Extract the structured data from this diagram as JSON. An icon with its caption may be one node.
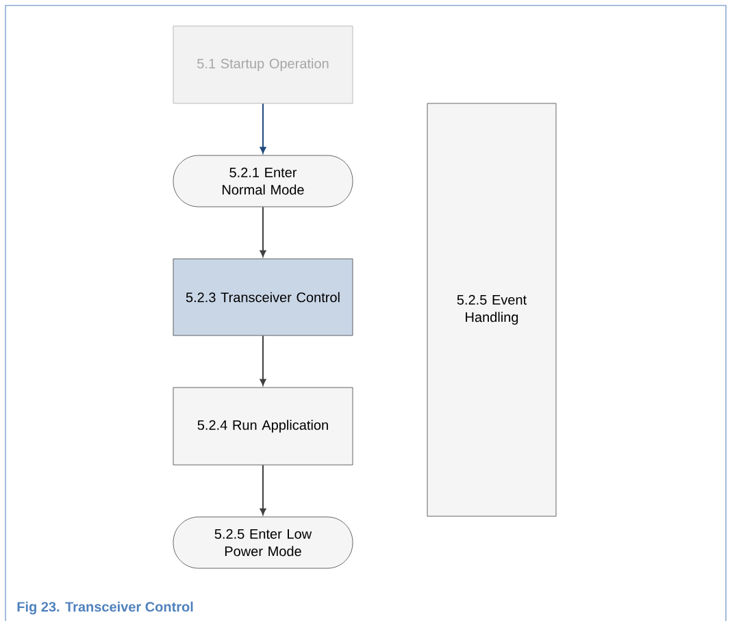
{
  "diagram": {
    "caption": "Fig 23. Transceiver Control",
    "nodes": [
      {
        "text": [
          "5.1 Startup Operation"
        ]
      },
      {
        "text": [
          "5.2.1 Enter Normal Mode"
        ]
      },
      {
        "text": [
          "5.2.3 Transceiver Control"
        ]
      },
      {
        "text": [
          "5.2.4 Run Application"
        ]
      },
      {
        "text": [
          "5.2.5 Enter Low Power Mode"
        ]
      },
      {
        "text": [
          "5.2.5 Event Handling"
        ]
      }
    ],
    "edges": [
      {
        "from": 0,
        "to": 1,
        "arrow": "to",
        "color": "#1f497d"
      },
      {
        "from": 1,
        "to": 2,
        "arrow": "to"
      },
      {
        "from": 2,
        "to": 3,
        "arrow": "to"
      },
      {
        "from": 3,
        "to": 4,
        "arrow": "to"
      }
    ]
  }
}
